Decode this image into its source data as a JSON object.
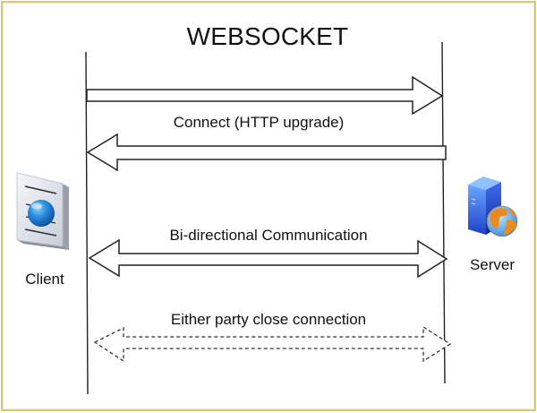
{
  "diagram": {
    "title": "WEBSOCKET",
    "actors": {
      "client": {
        "label": "Client",
        "icon": "client-globe-document-icon"
      },
      "server": {
        "label": "Server",
        "icon": "server-globe-icon"
      }
    },
    "messages": [
      {
        "label": "Connect (HTTP upgrade)",
        "arrows": [
          {
            "from": "client",
            "to": "server",
            "style": "solid"
          },
          {
            "from": "server",
            "to": "client",
            "style": "solid"
          }
        ]
      },
      {
        "label": "Bi-directional Communication",
        "arrows": [
          {
            "from": "client",
            "to": "server",
            "style": "solid",
            "bidirectional": true
          }
        ]
      },
      {
        "label": "Either party close connection",
        "arrows": [
          {
            "from": "client",
            "to": "server",
            "style": "dashed",
            "bidirectional": true
          }
        ]
      }
    ],
    "colors": {
      "frame_border": "#d6c978",
      "line": "#222222",
      "client_sphere": "#1f7fd0",
      "server_tower": "#3a6fe0",
      "globe_land": "#e88a1c"
    }
  }
}
